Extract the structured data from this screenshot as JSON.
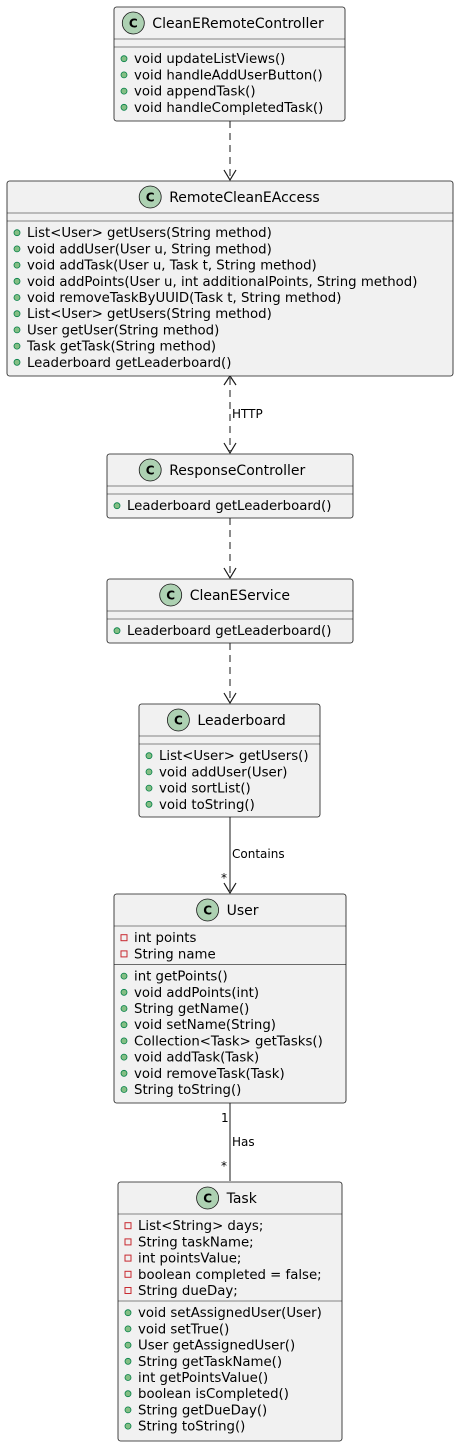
{
  "classes": [
    {
      "id": "c1",
      "name": "CleanERemoteController",
      "stereotype_letter": "C",
      "fields": [],
      "methods": [
        "void updateListViews()",
        "void handleAddUserButton()",
        "void appendTask()",
        "void handleCompletedTask()"
      ]
    },
    {
      "id": "c2",
      "name": "RemoteCleanEAccess",
      "stereotype_letter": "C",
      "fields": [],
      "methods": [
        "List<User> getUsers(String method)",
        "void addUser(User u, String method)",
        "void addTask(User u, Task t, String method)",
        "void addPoints(User u, int additionalPoints, String method)",
        "void removeTaskByUUID(Task t, String method)",
        "List<User> getUsers(String method)",
        "User getUser(String method)",
        "Task getTask(String method)",
        "Leaderboard getLeaderboard()"
      ]
    },
    {
      "id": "c3",
      "name": "ResponseController",
      "stereotype_letter": "C",
      "fields": [],
      "methods": [
        "Leaderboard getLeaderboard()"
      ]
    },
    {
      "id": "c4",
      "name": "CleanEService",
      "stereotype_letter": "C",
      "fields": [],
      "methods": [
        "Leaderboard getLeaderboard()"
      ]
    },
    {
      "id": "c5",
      "name": "Leaderboard",
      "stereotype_letter": "C",
      "fields": [],
      "methods": [
        "List<User> getUsers()",
        "void addUser(User)",
        "void sortList()",
        "void toString()"
      ]
    },
    {
      "id": "c6",
      "name": "User",
      "stereotype_letter": "C",
      "fields": [
        "int points",
        "String name"
      ],
      "methods": [
        "int getPoints()",
        "void addPoints(int)",
        "String getName()",
        "void setName(String)",
        "Collection<Task> getTasks()",
        "void addTask(Task)",
        "void removeTask(Task)",
        "String toString()"
      ]
    },
    {
      "id": "c7",
      "name": "Task",
      "stereotype_letter": "C",
      "fields": [
        "List<String> days;",
        "String taskName;",
        "int pointsValue;",
        "boolean completed = false;",
        "String dueDay;"
      ],
      "methods": [
        "void setAssignedUser(User)",
        "void setTrue()",
        "User getAssignedUser()",
        "String getTaskName()",
        "int getPointsValue()",
        "boolean isCompleted()",
        "String getDueDay()",
        "String toString()"
      ]
    }
  ],
  "relations": [
    {
      "from": "CleanERemoteController",
      "to": "RemoteCleanEAccess",
      "style": "dashed",
      "label": "",
      "from_mult": "",
      "to_mult": ""
    },
    {
      "from": "RemoteCleanEAccess",
      "to": "ResponseController",
      "style": "dashed-bidirectional",
      "label": "HTTP",
      "from_mult": "",
      "to_mult": ""
    },
    {
      "from": "ResponseController",
      "to": "CleanEService",
      "style": "dashed",
      "label": "",
      "from_mult": "",
      "to_mult": ""
    },
    {
      "from": "CleanEService",
      "to": "Leaderboard",
      "style": "dashed",
      "label": "",
      "from_mult": "",
      "to_mult": ""
    },
    {
      "from": "Leaderboard",
      "to": "User",
      "style": "solid",
      "label": "Contains",
      "from_mult": "",
      "to_mult": "*"
    },
    {
      "from": "User",
      "to": "Task",
      "style": "solid-plain",
      "label": "Has",
      "from_mult": "1",
      "to_mult": "*"
    }
  ],
  "colors": {
    "class_fill": "#f1f1f1",
    "border": "#181818",
    "stereotype_circle": "#add1b2",
    "public_marker": "#84be84",
    "private_marker": "#c82930"
  }
}
